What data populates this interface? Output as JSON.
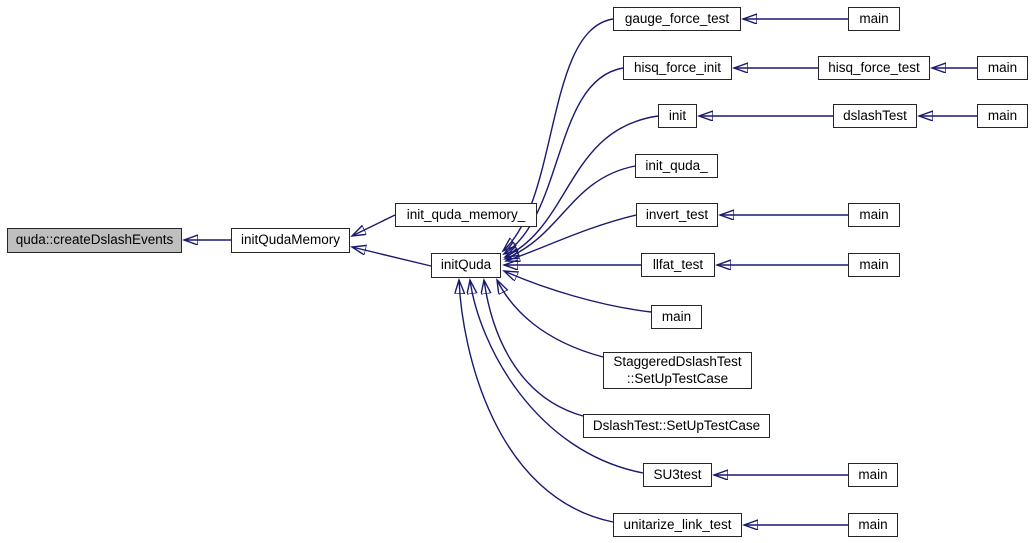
{
  "diagram": {
    "kind": "caller-graph",
    "colors": {
      "edge": "#191970",
      "node_border": "#252525",
      "node_fill": "#ffffff",
      "highlight_fill": "#bfbfbf",
      "text": "#000000",
      "background": "#ffffff"
    },
    "nodes": {
      "quda_createDslashEvents": {
        "label": "quda::createDslashEvents",
        "highlighted": true
      },
      "initQudaMemory": {
        "label": "initQudaMemory"
      },
      "init_quda_memory_": {
        "label": "init_quda_memory_"
      },
      "initQuda": {
        "label": "initQuda"
      },
      "gauge_force_test": {
        "label": "gauge_force_test"
      },
      "main_1": {
        "label": "main"
      },
      "hisq_force_init": {
        "label": "hisq_force_init"
      },
      "hisq_force_test": {
        "label": "hisq_force_test"
      },
      "main_2": {
        "label": "main"
      },
      "init": {
        "label": "init"
      },
      "dslashTest": {
        "label": "dslashTest"
      },
      "main_3": {
        "label": "main"
      },
      "init_quda_": {
        "label": "init_quda_"
      },
      "invert_test": {
        "label": "invert_test"
      },
      "main_4": {
        "label": "main"
      },
      "llfat_test": {
        "label": "llfat_test"
      },
      "main_5": {
        "label": "main"
      },
      "main_6": {
        "label": "main"
      },
      "StaggeredDslashTest_SetUpTestCase": {
        "label": "StaggeredDslashTest\n::SetUpTestCase"
      },
      "DslashTest_SetUpTestCase": {
        "label": "DslashTest::SetUpTestCase"
      },
      "SU3test": {
        "label": "SU3test"
      },
      "main_7": {
        "label": "main"
      },
      "unitarize_link_test": {
        "label": "unitarize_link_test"
      },
      "main_8": {
        "label": "main"
      }
    },
    "edges": [
      {
        "from": "initQudaMemory",
        "to": "quda_createDslashEvents"
      },
      {
        "from": "init_quda_memory_",
        "to": "initQudaMemory"
      },
      {
        "from": "initQuda",
        "to": "initQudaMemory"
      },
      {
        "from": "gauge_force_test",
        "to": "initQuda"
      },
      {
        "from": "hisq_force_init",
        "to": "initQuda"
      },
      {
        "from": "init",
        "to": "initQuda"
      },
      {
        "from": "init_quda_",
        "to": "initQuda"
      },
      {
        "from": "invert_test",
        "to": "initQuda"
      },
      {
        "from": "llfat_test",
        "to": "initQuda"
      },
      {
        "from": "main_6",
        "to": "initQuda"
      },
      {
        "from": "StaggeredDslashTest_SetUpTestCase",
        "to": "initQuda"
      },
      {
        "from": "DslashTest_SetUpTestCase",
        "to": "initQuda"
      },
      {
        "from": "SU3test",
        "to": "initQuda"
      },
      {
        "from": "unitarize_link_test",
        "to": "initQuda"
      },
      {
        "from": "main_1",
        "to": "gauge_force_test"
      },
      {
        "from": "hisq_force_test",
        "to": "hisq_force_init"
      },
      {
        "from": "main_2",
        "to": "hisq_force_test"
      },
      {
        "from": "dslashTest",
        "to": "init"
      },
      {
        "from": "main_3",
        "to": "dslashTest"
      },
      {
        "from": "main_4",
        "to": "invert_test"
      },
      {
        "from": "main_5",
        "to": "llfat_test"
      },
      {
        "from": "main_7",
        "to": "SU3test"
      },
      {
        "from": "main_8",
        "to": "unitarize_link_test"
      }
    ]
  }
}
